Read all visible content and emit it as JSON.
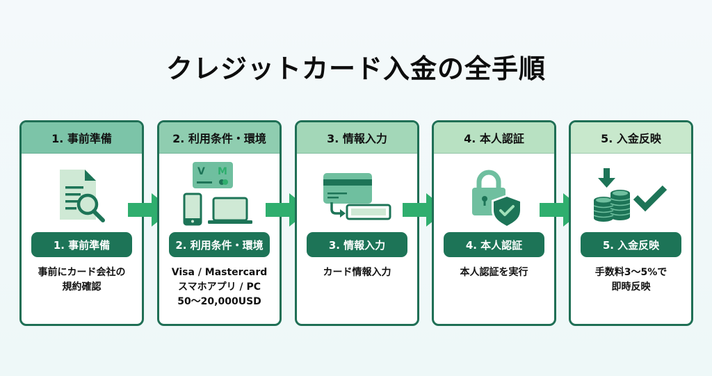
{
  "title": "クレジットカード入金の全手順",
  "colors": {
    "border": "#1f6f55",
    "pill": "#1d7457",
    "arrow": "#2fae6e",
    "icon_dark": "#1d7457",
    "icon_mid": "#6fbf9f",
    "icon_light": "#cfe9d5"
  },
  "steps": [
    {
      "header": "1. 事前準備",
      "header_color": "#7cc4a8",
      "icon": "document-search-icon",
      "pill": "1. 事前準備",
      "desc": [
        "事前にカード会社の",
        "規約確認"
      ]
    },
    {
      "header": "2. 利用条件・環境",
      "header_color": "#8fcdb0",
      "icon": "card-devices-icon",
      "card_brands": [
        "V",
        "M"
      ],
      "pill": "2. 利用条件・環境",
      "desc": [
        "Visa / Mastercard",
        "スマホアプリ / PC",
        "50〜20,000USD"
      ]
    },
    {
      "header": "3. 情報入力",
      "header_color": "#a3d7b8",
      "icon": "card-input-icon",
      "pill": "3. 情報入力",
      "desc": [
        "カード情報入力"
      ]
    },
    {
      "header": "4. 本人認証",
      "header_color": "#b8e1c2",
      "icon": "lock-shield-icon",
      "pill": "4. 本人認証",
      "desc": [
        "本人認証を実行"
      ]
    },
    {
      "header": "5. 入金反映",
      "header_color": "#c8e8cc",
      "icon": "coins-check-icon",
      "pill": "5. 入金反映",
      "desc": [
        "手数料3〜5%で",
        "即時反映"
      ]
    }
  ]
}
